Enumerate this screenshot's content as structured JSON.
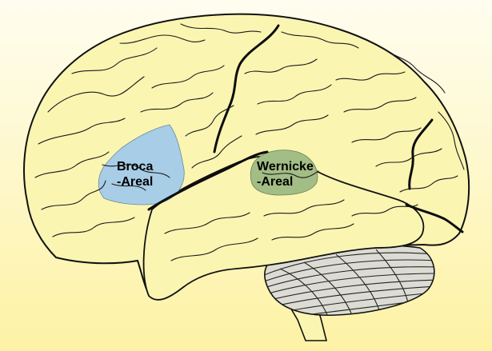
{
  "labels": {
    "broca": [
      "Broca",
      "-Areal"
    ],
    "wernicke": [
      "Wernicke",
      "-Areal"
    ]
  },
  "colors": {
    "background_top": "#fffdf0",
    "background_bottom": "#fdf2a4",
    "brain_fill": "#fbf5b2",
    "outline": "#111111",
    "broca_area": "#a8cde6",
    "wernicke_area": "#a3bd86",
    "cerebellum": "#dcdcd4"
  }
}
